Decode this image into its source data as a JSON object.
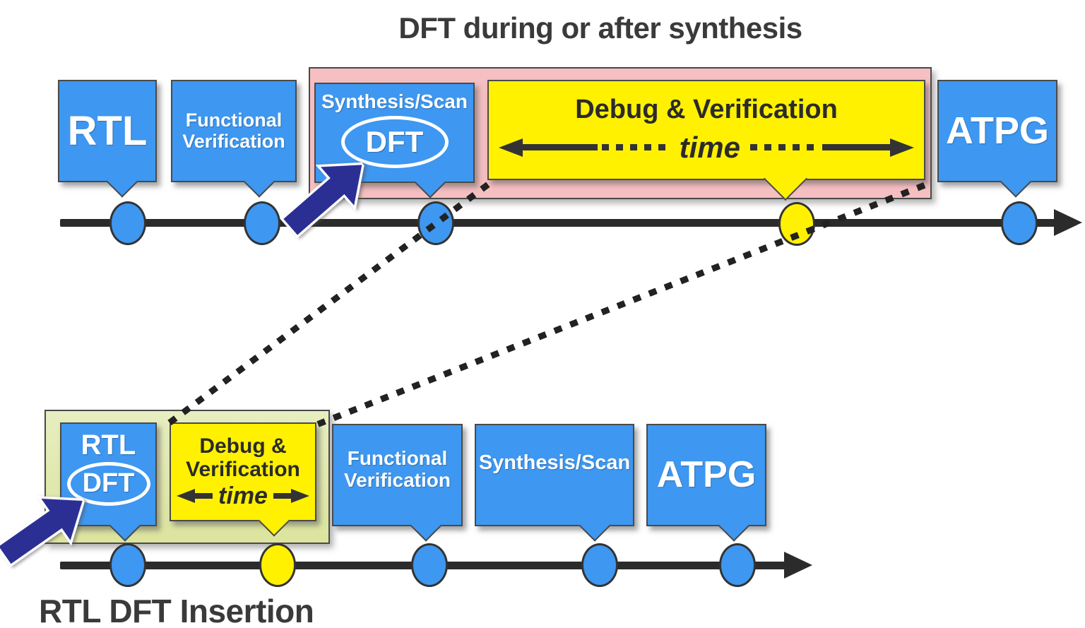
{
  "top_flow": {
    "title": "DFT during or after synthesis",
    "boxes": {
      "rtl": "RTL",
      "func_verif_line1": "Functional",
      "func_verif_line2": "Verification",
      "synthesis_scan": "Synthesis/Scan",
      "dft": "DFT",
      "debug_verification": "Debug & Verification",
      "time": "time",
      "atpg": "ATPG"
    }
  },
  "bottom_flow": {
    "caption": "RTL DFT Insertion",
    "boxes": {
      "rtl": "RTL",
      "dft": "DFT",
      "debug_line1": "Debug &",
      "debug_line2": "Verification",
      "time": "time",
      "func_verif_line1": "Functional",
      "func_verif_line2": "Verification",
      "synthesis_scan": "Synthesis/Scan",
      "atpg": "ATPG"
    }
  },
  "colors": {
    "blue": "#3e97f0",
    "yellow": "#fff100",
    "pink": "#f6bfc1",
    "green": "#dce49e",
    "navy": "#2b2f94",
    "line": "#2b2b2b"
  }
}
